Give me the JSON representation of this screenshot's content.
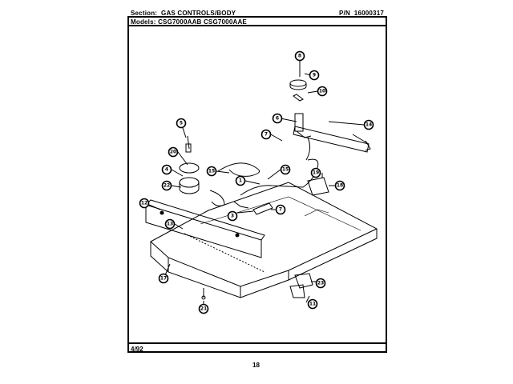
{
  "header": {
    "section_label": "Section:",
    "section_value": "GAS CONTROLS/BODY",
    "pn_label": "P/N",
    "pn_value": "16000317",
    "models_label": "Models:",
    "models_value": "CSG7000AAB   CSG7000AAE"
  },
  "footer": {
    "date": "4/92",
    "page_number": "18"
  },
  "callouts": {
    "c8": "8",
    "c9": "9",
    "c10": "10",
    "c14": "14",
    "c6": "6",
    "c7a": "7",
    "c5": "5",
    "c20": "20",
    "c4": "4",
    "c15a": "15",
    "c15b": "15",
    "c1": "1",
    "c22": "22",
    "c19": "19",
    "c18": "18",
    "c12": "12",
    "c13": "13",
    "c3": "3",
    "c7b": "7",
    "c17": "17",
    "c23": "23",
    "c21": "21",
    "c11": "11"
  }
}
